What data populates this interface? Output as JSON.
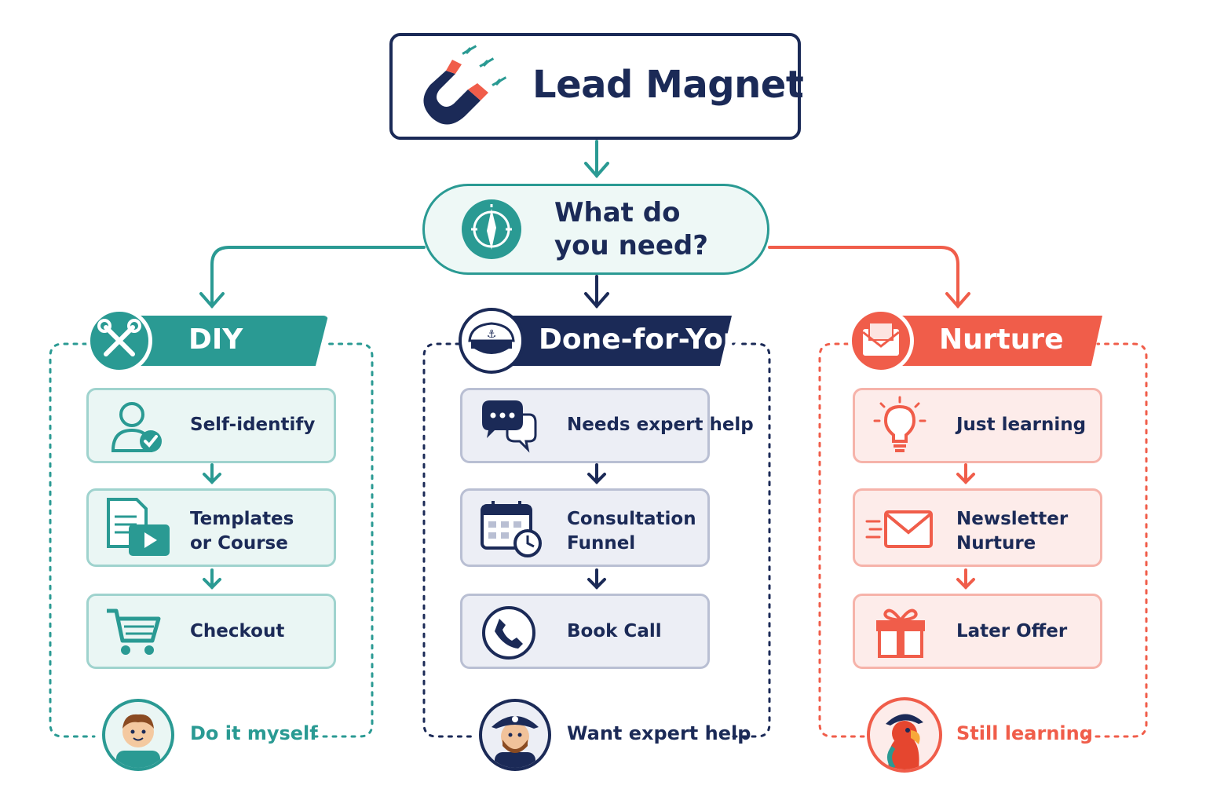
{
  "title": "Lead Magnet",
  "question": {
    "line1": "What do",
    "line2": "you need?"
  },
  "colors": {
    "teal": "#2a9a93",
    "navy": "#1b2a57",
    "coral": "#f05d4a"
  },
  "columns": [
    {
      "label": "DIY",
      "icon": "tools-icon",
      "steps": [
        {
          "label": "Self-identify",
          "icon": "user-check-icon"
        },
        {
          "label_line1": "Templates",
          "label_line2": "or Course",
          "icon": "document-video-icon"
        },
        {
          "label": "Checkout",
          "icon": "cart-icon"
        }
      ],
      "footer": {
        "label": "Do it myself",
        "icon": "boy-avatar-icon"
      }
    },
    {
      "label": "Done-for-You",
      "icon": "captain-hat-icon",
      "steps": [
        {
          "label": "Needs expert help",
          "icon": "chat-bubbles-icon"
        },
        {
          "label_line1": "Consultation",
          "label_line2": "Funnel",
          "icon": "calendar-clock-icon"
        },
        {
          "label": "Book Call",
          "icon": "phone-icon"
        }
      ],
      "footer": {
        "label": "Want expert help",
        "icon": "pirate-avatar-icon"
      }
    },
    {
      "label": "Nurture",
      "icon": "envelope-icon",
      "steps": [
        {
          "label": "Just learning",
          "icon": "lightbulb-icon"
        },
        {
          "label_line1": "Newsletter",
          "label_line2": "Nurture",
          "icon": "fast-mail-icon"
        },
        {
          "label": "Later Offer",
          "icon": "gift-icon"
        }
      ],
      "footer": {
        "label": "Still learning",
        "icon": "parrot-avatar-icon"
      }
    }
  ]
}
